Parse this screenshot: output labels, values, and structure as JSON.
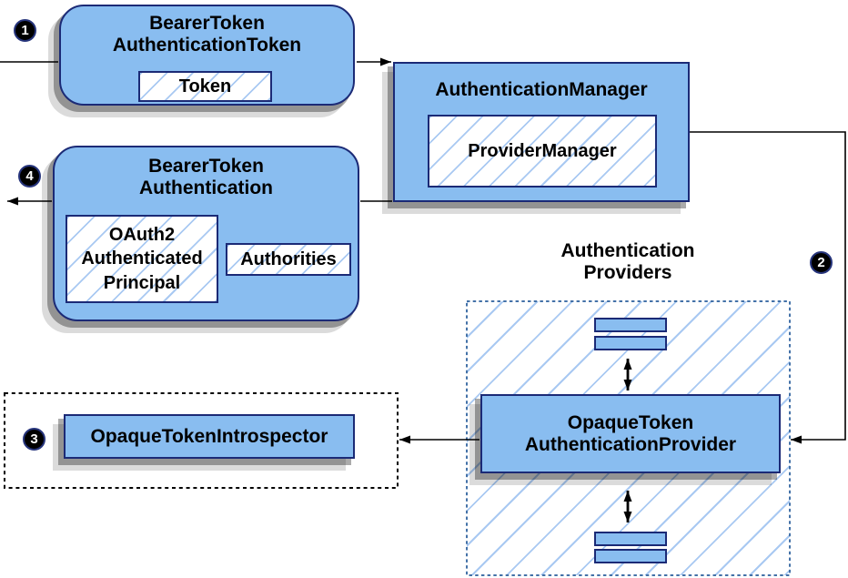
{
  "colors": {
    "node_fill": "#89bdf0",
    "node_border": "#1b2a76",
    "hatch_line": "#a9c9f2",
    "providers_dashed_border": "#4472a8",
    "introspector_dashed_border": "#000000",
    "arrow": "#000000",
    "shadow": "#9a9a9a"
  },
  "nodes": {
    "bearer_token_authentication_token": {
      "title": "BearerToken\nAuthenticationToken",
      "token_label": "Token"
    },
    "authentication_manager": {
      "title": "AuthenticationManager",
      "provider_manager_label": "ProviderManager"
    },
    "bearer_token_authentication": {
      "title": "BearerToken\nAuthentication",
      "principal_label": "OAuth2\nAuthenticated\nPrincipal",
      "authorities_label": "Authorities"
    },
    "authentication_providers": {
      "label": "Authentication\nProviders"
    },
    "opaque_token_authentication_provider": {
      "title": "OpaqueToken\nAuthenticationProvider"
    },
    "opaque_token_introspector": {
      "title": "OpaqueTokenIntrospector"
    }
  },
  "badges": {
    "step1": "1",
    "step2": "2",
    "step3": "3",
    "step4": "4"
  }
}
